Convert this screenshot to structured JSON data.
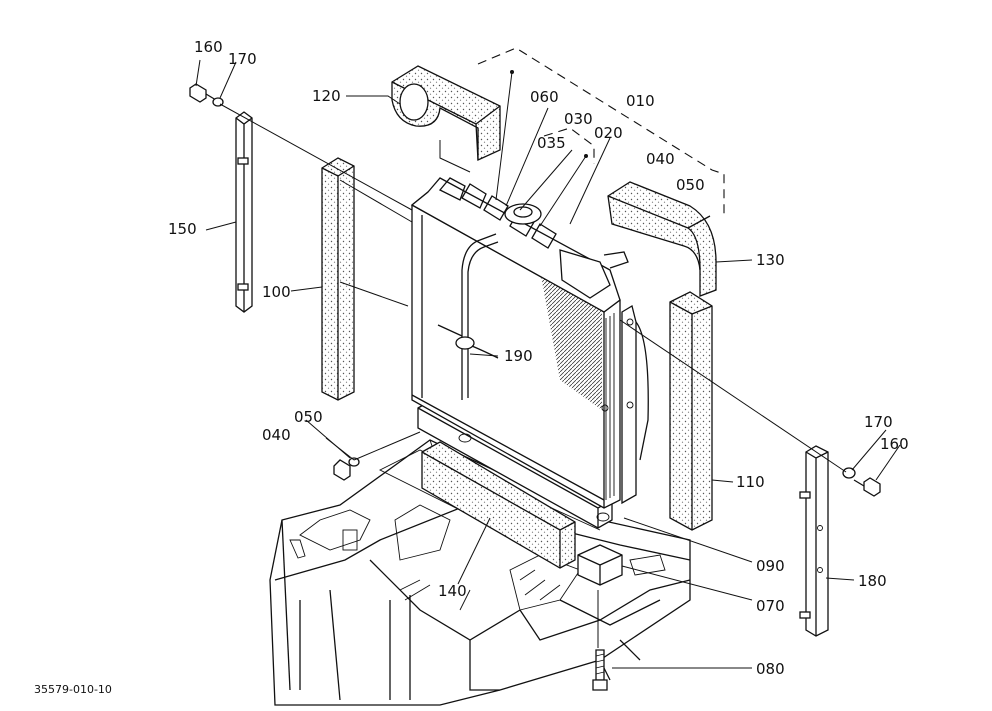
{
  "reference_code": "35579-010-10",
  "parts": {
    "p010": "010",
    "p020": "020",
    "p030": "030",
    "p035": "035",
    "p040_top": "040",
    "p050_top": "050",
    "p060": "060",
    "p100": "100",
    "p110": "110",
    "p120": "120",
    "p130": "130",
    "p140": "140",
    "p150": "150",
    "p160_left": "160",
    "p170_left": "170",
    "p170_right": "170",
    "p160_right": "160",
    "p180": "180",
    "p190": "190",
    "p040_bottom": "040",
    "p050_bottom": "050",
    "p090": "090",
    "p070": "070",
    "p080": "080"
  }
}
